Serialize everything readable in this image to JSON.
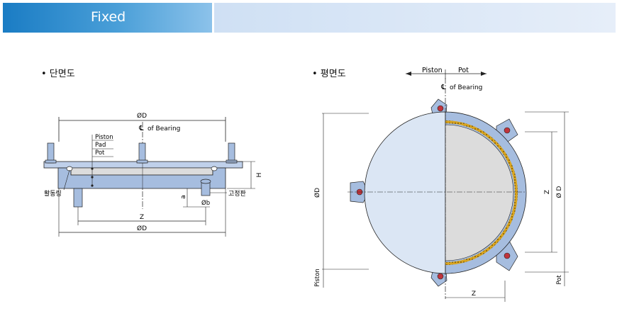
{
  "header": {
    "title": "Fixed"
  },
  "sections": {
    "left_title": "• 단면도",
    "right_title": "• 평면도"
  },
  "left": {
    "od_top": "ØD",
    "centerline": "of Bearing",
    "piston": "Piston",
    "pad": "Pad",
    "pot": "Pot",
    "h": "H",
    "a": "a",
    "b": "Øb",
    "z": "Z",
    "od_bottom": "ØD",
    "slide_ring": "활동링",
    "fixing_plate": "고정판"
  },
  "right": {
    "piston": "Piston",
    "pot": "Pot",
    "centerline": "of Bearing",
    "od_left": "ØD",
    "z_right": "Z",
    "od_right": "Ø D",
    "piston_side": "Piston",
    "pot_side": "Pot",
    "z_bottom": "Z"
  },
  "colors": {
    "steel": "#a6bddf",
    "steel_light": "#dbe6f4",
    "line": "#222222",
    "pad": "#dcdcdc",
    "gold": "#d9a520",
    "bolt_red": "#c0343c"
  }
}
